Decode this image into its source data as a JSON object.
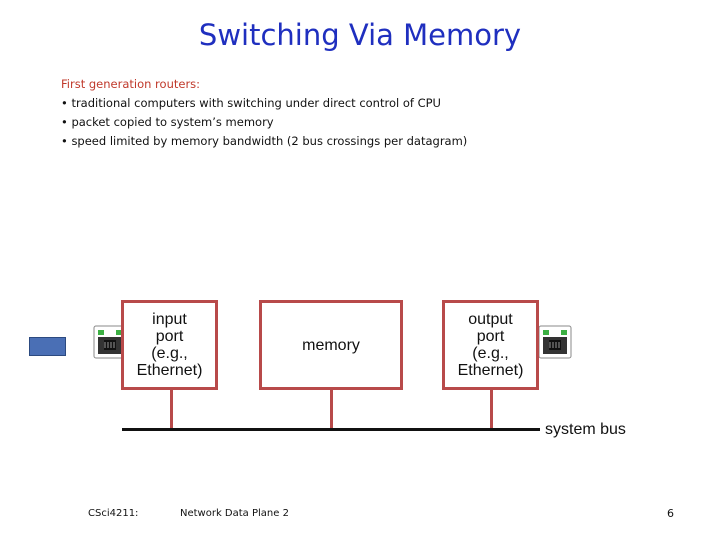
{
  "title": "Switching Via Memory",
  "bullets": {
    "heading": "First generation routers:",
    "items": [
      "• traditional computers with switching under direct control of CPU",
      "• packet copied to system’s memory",
      "• speed limited by memory bandwidth (2 bus crossings per datagram)"
    ]
  },
  "diagram": {
    "input_port": "input\nport\n(e.g.,\nEthernet)",
    "memory": "memory",
    "output_port": "output\nport\n(e.g.,\nEthernet)",
    "system_bus": "system bus",
    "colors": {
      "box_border": "#b84a4a",
      "bus": "#111111",
      "input_rect": "#4a6fb5"
    }
  },
  "footer": {
    "course": "CSci4211:",
    "topic": "Network Data Plane 2",
    "page": "6"
  }
}
